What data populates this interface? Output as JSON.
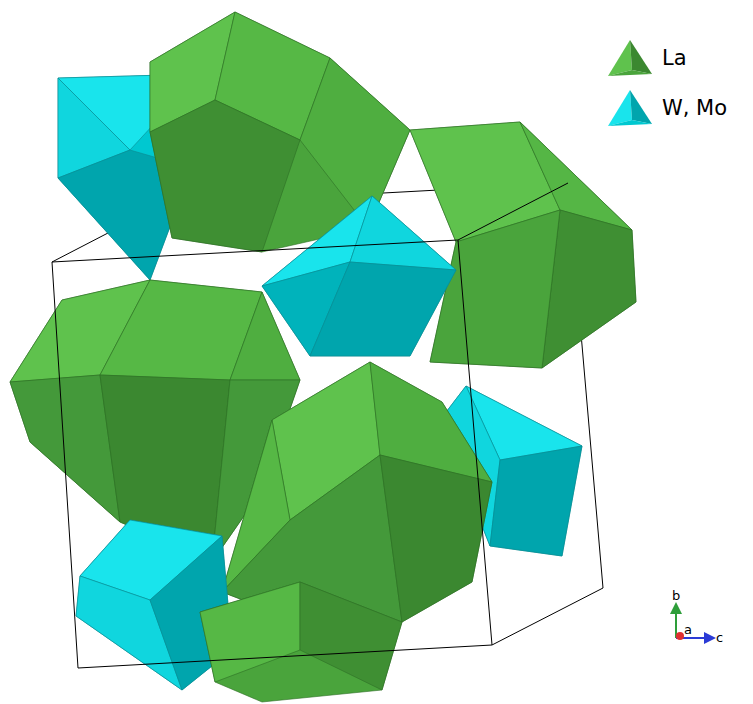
{
  "diagram": {
    "labels": [
      "b",
      "a",
      "c"
    ],
    "legend": [
      {
        "text": "La"
      },
      {
        "text": "W, Mo"
      }
    ]
  }
}
